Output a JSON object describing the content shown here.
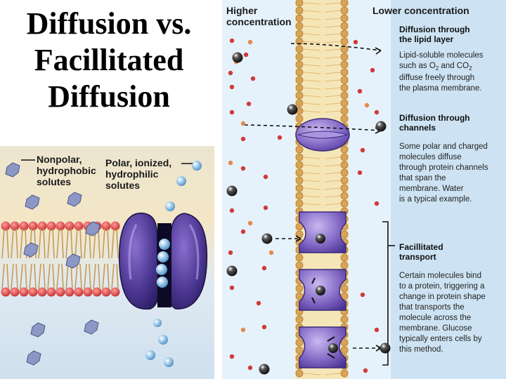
{
  "title": {
    "line1": "Diffusion vs.",
    "line2": "Facillitated",
    "line3": "Diffusion"
  },
  "left_figure": {
    "label_nonpolar": [
      "Nonpolar,",
      "hydrophobic",
      "solutes"
    ],
    "label_polar": [
      "Polar, ionized,",
      "hydrophilic",
      "solutes"
    ]
  },
  "right_figure": {
    "header_left": [
      "Higher",
      "concentration"
    ],
    "header_right": "Lower concentration",
    "sections": [
      {
        "heading": [
          "Diffusion through",
          "the lipid layer"
        ],
        "body": [
          "Lipid-soluble molecules",
          "such as O",
          "2",
          " and CO",
          "2",
          "diffuse freely through",
          "the plasma membrane."
        ]
      },
      {
        "heading": [
          "Diffusion through",
          "channels"
        ],
        "body": [
          "Some polar and charged",
          "molecules diffuse",
          "through protein channels",
          "that span the",
          "membrane. Water",
          "is a typical example."
        ]
      },
      {
        "heading": [
          "Facillitated",
          "transport"
        ],
        "body": [
          "Certain molecules bind",
          "to a protein, triggering a",
          "change in protein shape",
          "that transports the",
          "molecule across the",
          "membrane. Glucose",
          "typically enters cells by",
          "this method."
        ]
      }
    ]
  },
  "colors": {
    "membrane_head": "#d8a45a",
    "membrane_tail": "#f3e1b0",
    "protein": "#7b5fb3",
    "left_bg": "#dce9f4",
    "right_bg": "#e4f0fa",
    "red_molecule": "#d03838",
    "black_molecule": "#222222"
  }
}
